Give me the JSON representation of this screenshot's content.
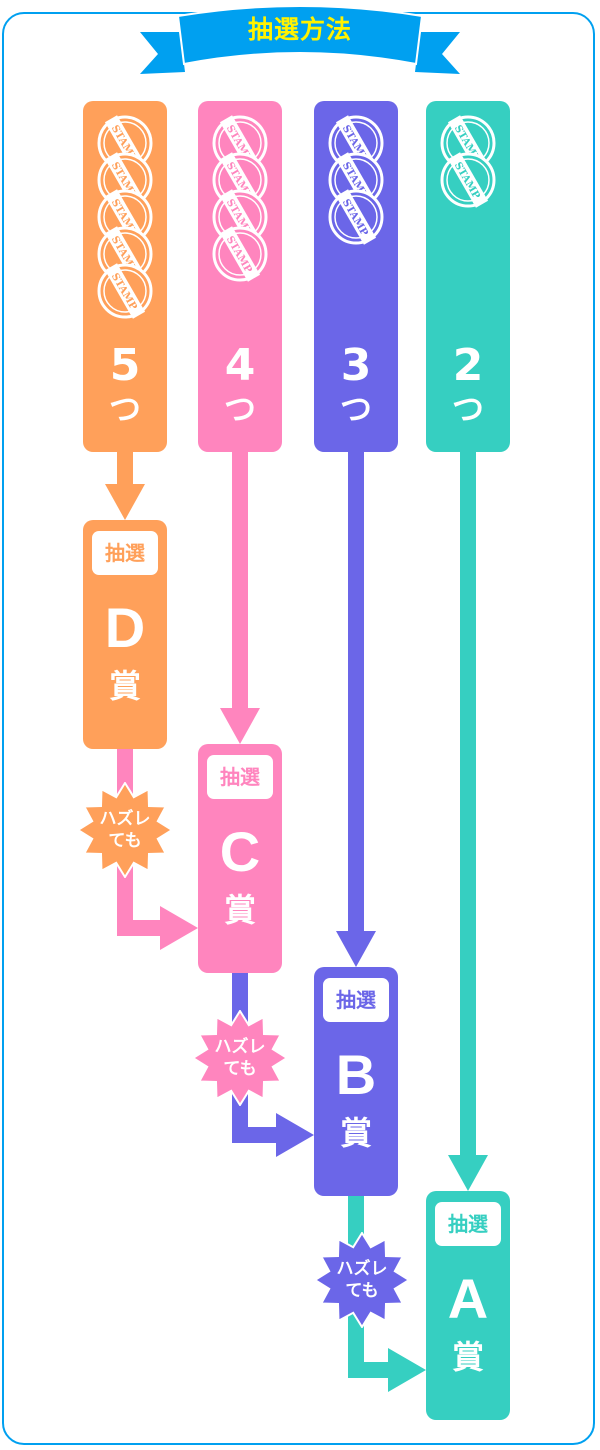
{
  "title": "抽選方法",
  "colors": {
    "frame": "#00a0f0",
    "title": "#fff200",
    "orange": "#ffa05a",
    "pink": "#ff85be",
    "purple": "#6b66e8",
    "teal": "#36cfc1"
  },
  "columns": [
    {
      "count": "5",
      "suffix": "つ",
      "stamps": 5,
      "color": "#ffa05a"
    },
    {
      "count": "4",
      "suffix": "つ",
      "stamps": 4,
      "color": "#ff85be"
    },
    {
      "count": "3",
      "suffix": "つ",
      "stamps": 3,
      "color": "#6b66e8"
    },
    {
      "count": "2",
      "suffix": "つ",
      "stamps": 2,
      "color": "#36cfc1"
    }
  ],
  "stamp_text": "STAMP",
  "prizes": [
    {
      "badge": "抽選",
      "letter": "D",
      "suffix": "賞",
      "color": "#ffa05a"
    },
    {
      "badge": "抽選",
      "letter": "C",
      "suffix": "賞",
      "color": "#ff85be"
    },
    {
      "badge": "抽選",
      "letter": "B",
      "suffix": "賞",
      "color": "#6b66e8"
    },
    {
      "badge": "抽選",
      "letter": "A",
      "suffix": "賞",
      "color": "#36cfc1"
    }
  ],
  "misses": [
    {
      "line1": "ハズレ",
      "line2": "ても",
      "color": "#ffa05a"
    },
    {
      "line1": "ハズレ",
      "line2": "ても",
      "color": "#ff85be"
    },
    {
      "line1": "ハズレ",
      "line2": "ても",
      "color": "#6b66e8"
    }
  ]
}
